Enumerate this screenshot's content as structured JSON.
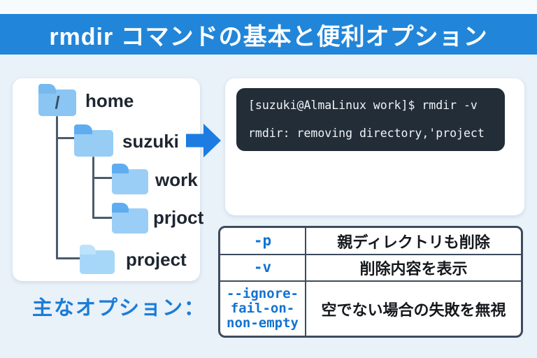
{
  "header": {
    "title": "rmdir コマンドの基本と便利オプション"
  },
  "tree": {
    "root_glyph": "/",
    "nodes": [
      {
        "label": "home"
      },
      {
        "label": "suzuki"
      },
      {
        "label": "work"
      },
      {
        "label": "prjoct"
      },
      {
        "label": "project"
      }
    ]
  },
  "terminal": {
    "lines": [
      "[suzuki@AlmaLinux work]$ rmdir -v",
      "rmdir: removing directory,'project"
    ]
  },
  "footer_label": "主なオプション：",
  "options_table": {
    "rows": [
      {
        "option": "-p",
        "description": "親ディレクトリも削除"
      },
      {
        "option": "-v",
        "description": "削除内容を表示"
      },
      {
        "option": "--ignore-fail-on-non-empty",
        "option_lines": [
          "--ignore-",
          "fail-on-",
          "non-empty"
        ],
        "description_main": "空でない場合の失敗を",
        "description_bold": "無視"
      }
    ]
  },
  "colors": {
    "banner_bg": "#2186d9",
    "accent_blue": "#1b7cd6",
    "terminal_bg": "#232d38",
    "table_border": "#3d4b5d",
    "folder_body": "#9bcef6",
    "folder_tab": "#5fadf0",
    "tree_line": "#4b5b6b"
  }
}
